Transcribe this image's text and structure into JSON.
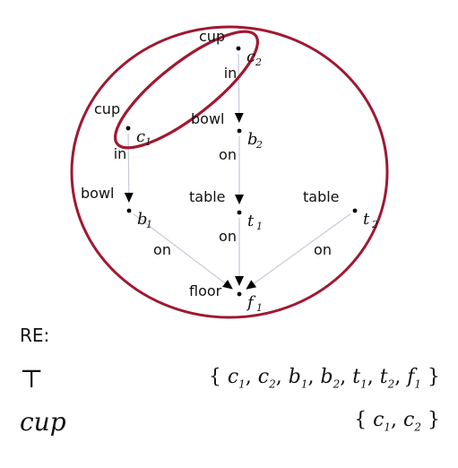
{
  "graph": {
    "nodes": [
      {
        "id": "c2",
        "label": "cup",
        "var": "c",
        "sub": "2"
      },
      {
        "id": "c1",
        "label": "cup",
        "var": "c",
        "sub": "1"
      },
      {
        "id": "b2",
        "label": "bowl",
        "var": "b",
        "sub": "2"
      },
      {
        "id": "b1",
        "label": "bowl",
        "var": "b",
        "sub": "1"
      },
      {
        "id": "t1",
        "label": "table",
        "var": "t",
        "sub": "1"
      },
      {
        "id": "t2",
        "label": "table",
        "var": "t",
        "sub": "2"
      },
      {
        "id": "f1",
        "label": "floor",
        "var": "f",
        "sub": "1"
      }
    ],
    "edges": [
      {
        "from": "c2",
        "to": "b2",
        "label": "in"
      },
      {
        "from": "c1",
        "to": "b1",
        "label": "in"
      },
      {
        "from": "b2",
        "to": "t1",
        "label": "on"
      },
      {
        "from": "t1",
        "to": "f1",
        "label": "on"
      },
      {
        "from": "b1",
        "to": "f1",
        "label": "on"
      },
      {
        "from": "t2",
        "to": "f1",
        "label": "on"
      }
    ],
    "highlight_color": "#a01830"
  },
  "re": {
    "title": "RE:",
    "rows": [
      {
        "symbol": "⊤",
        "italic": false,
        "set": [
          [
            "c",
            "1"
          ],
          [
            "c",
            "2"
          ],
          [
            "b",
            "1"
          ],
          [
            "b",
            "2"
          ],
          [
            "t",
            "1"
          ],
          [
            "t",
            "2"
          ],
          [
            "f",
            "1"
          ]
        ]
      },
      {
        "symbol": "cup",
        "italic": true,
        "set": [
          [
            "c",
            "1"
          ],
          [
            "c",
            "2"
          ]
        ]
      }
    ]
  }
}
